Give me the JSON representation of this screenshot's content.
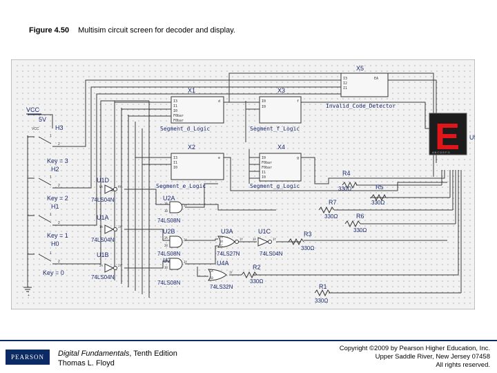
{
  "caption": {
    "number": "Figure 4.50",
    "text": "Multisim circuit screen for decoder and display."
  },
  "colors": {
    "wire": "#3a3a3a",
    "label_blue": "#1b2a6b",
    "pearson_blue": "#0c2a63",
    "segment_red": "#e0161b",
    "display_bg": "#1c1c1c"
  },
  "power": {
    "vcc_label": "VCC",
    "volt": "5V",
    "vcc_small": "VCC",
    "ground_small": "+"
  },
  "keys": [
    {
      "ref": "H3",
      "label": "Key = 3"
    },
    {
      "ref": "H2",
      "label": "Key = 2"
    },
    {
      "ref": "H1",
      "label": "Key = 1"
    },
    {
      "ref": "H0",
      "label": "Key = 0"
    }
  ],
  "pin_small": {
    "p1": "1",
    "p2": "2"
  },
  "inverters": [
    {
      "ref": "U1D",
      "part": "74LS04N",
      "pin_in": "9A",
      "pin_out": "9Y"
    },
    {
      "ref": "U1A",
      "part": "74LS04N",
      "pin_in": "1A",
      "pin_out": "1Y"
    },
    {
      "ref": "U1B",
      "part": "74LS04N",
      "pin_in": "2A",
      "pin_out": "2Y"
    },
    {
      "ref": "U1C",
      "part": "74LS04N",
      "pin_in": "3A",
      "pin_out": "3Y"
    }
  ],
  "and_gates": [
    {
      "ref": "U2A",
      "part": "74LS08N",
      "pins": [
        "1A",
        "1B",
        "1Y"
      ]
    },
    {
      "ref": "U2B",
      "part": "74LS08N",
      "pins": [
        "2A",
        "2B",
        "2Y"
      ]
    },
    {
      "ref": "U2C",
      "part": "74LS08N",
      "pins": [
        "3A",
        "3B",
        "3Y"
      ]
    }
  ],
  "nor_gate": {
    "ref": "U3A",
    "part": "74LS27N",
    "pins": [
      "1A",
      "1B",
      "1C",
      "1Y"
    ]
  },
  "or_gate": {
    "ref": "U4A",
    "part": "74LS32N",
    "pins": [
      "1A",
      "1B",
      "1Y"
    ]
  },
  "subcircuits": [
    {
      "ref": "X1",
      "name": "Segment_d_Logic",
      "pins": [
        "I3",
        "I1",
        "I0",
        "F0bar",
        "F0bar"
      ],
      "out": "d"
    },
    {
      "ref": "X3",
      "name": "Segment_f_Logic",
      "pins": [
        "I0",
        "I0"
      ],
      "out": "f"
    },
    {
      "ref": "X2",
      "name": "Segment_e_Logic",
      "pins": [
        "I3",
        "I1",
        "I0"
      ],
      "out": "e"
    },
    {
      "ref": "X4",
      "name": "Segment_g_Logic",
      "pins": [
        "I0",
        "F0bar",
        "F0bar",
        "I1",
        "I0"
      ],
      "out": "g"
    },
    {
      "ref": "X5",
      "name": "Invalid_Code_Detector",
      "pins": [
        "I3",
        "I2",
        "I1"
      ],
      "out": "EA"
    }
  ],
  "resistors": [
    {
      "ref": "R4",
      "value": "330Ω"
    },
    {
      "ref": "R5",
      "value": "330Ω"
    },
    {
      "ref": "R7",
      "value": "330Ω"
    },
    {
      "ref": "R6",
      "value": "330Ω"
    },
    {
      "ref": "R3",
      "value": "330Ω"
    },
    {
      "ref": "R2",
      "value": "330Ω"
    },
    {
      "ref": "R1",
      "value": "330Ω"
    }
  ],
  "display": {
    "ref": "U5",
    "glyph": "E",
    "pins": "A B C D E F G"
  },
  "footer": {
    "logo": "PEARSON",
    "book_title": "Digital Fundamentals",
    "book_edition": ", Tenth Edition",
    "author": "Thomas L. Floyd",
    "copyright_1": "Copyright ©2009 by Pearson Higher Education, Inc.",
    "copyright_2": "Upper Saddle River, New Jersey 07458",
    "copyright_3": "All rights reserved."
  }
}
